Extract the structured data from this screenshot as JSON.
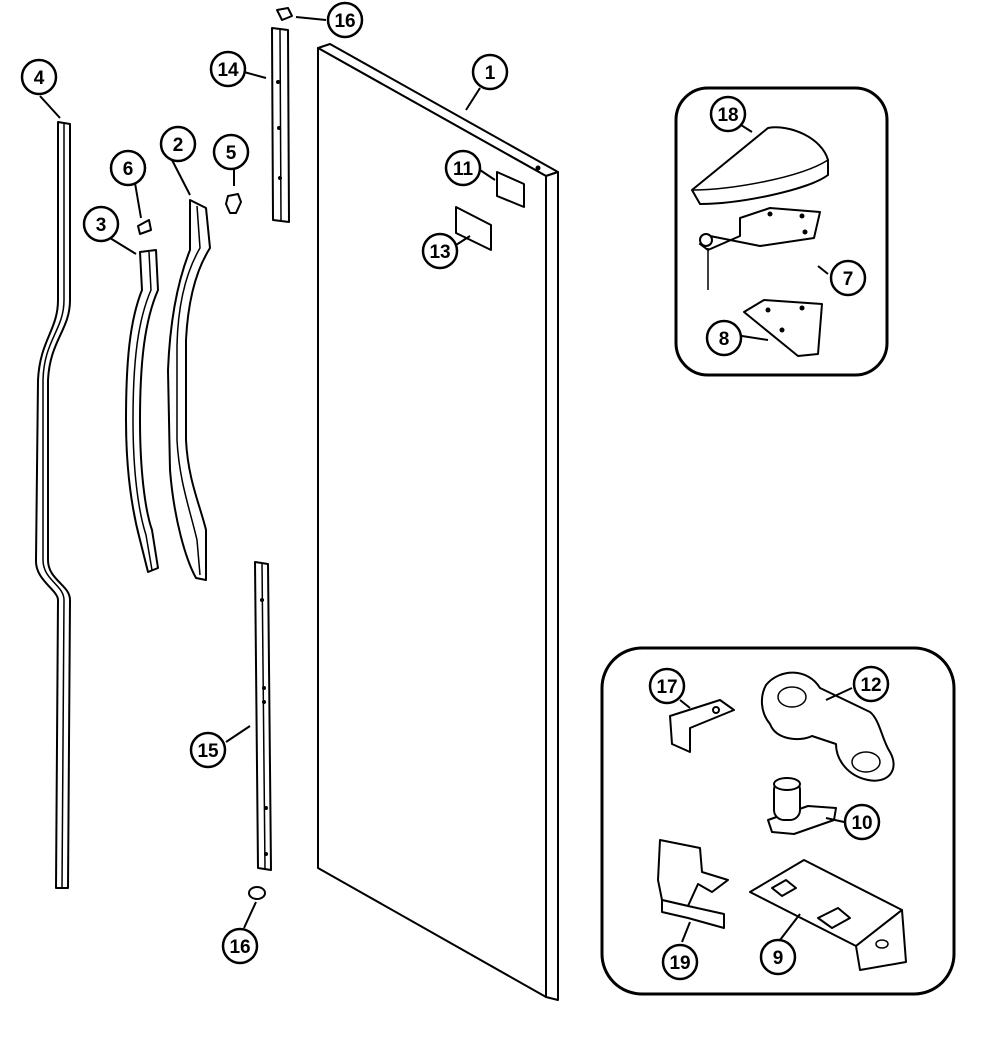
{
  "callouts": [
    {
      "id": "c1",
      "label": "1"
    },
    {
      "id": "c2",
      "label": "2"
    },
    {
      "id": "c3",
      "label": "3"
    },
    {
      "id": "c4",
      "label": "4"
    },
    {
      "id": "c5",
      "label": "5"
    },
    {
      "id": "c6",
      "label": "6"
    },
    {
      "id": "c7",
      "label": "7"
    },
    {
      "id": "c8",
      "label": "8"
    },
    {
      "id": "c9",
      "label": "9"
    },
    {
      "id": "c10",
      "label": "10"
    },
    {
      "id": "c11",
      "label": "11"
    },
    {
      "id": "c12",
      "label": "12"
    },
    {
      "id": "c13",
      "label": "13"
    },
    {
      "id": "c14",
      "label": "14"
    },
    {
      "id": "c15",
      "label": "15"
    },
    {
      "id": "c16a",
      "label": "16"
    },
    {
      "id": "c16b",
      "label": "16"
    },
    {
      "id": "c17",
      "label": "17"
    },
    {
      "id": "c18",
      "label": "18"
    },
    {
      "id": "c19",
      "label": "19"
    }
  ]
}
